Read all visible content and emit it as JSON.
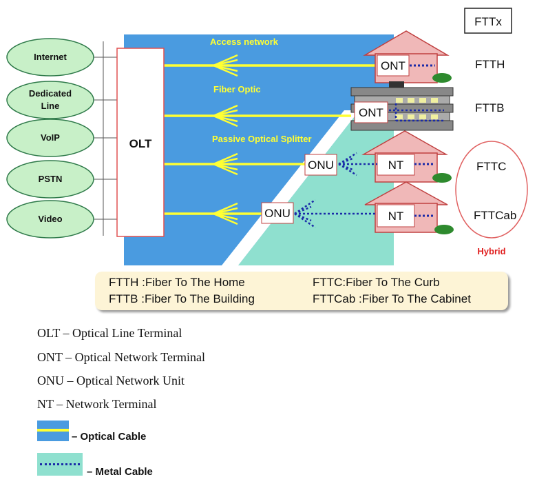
{
  "diagram": {
    "badge": "FTTx",
    "olt_label": "OLT",
    "services": [
      "Internet",
      "Dedicated",
      "Line",
      "VoIP",
      "PSTN",
      "Video"
    ],
    "network_labels": {
      "access": "Access network",
      "fiber": "Fiber Optic",
      "splitter": "Passive Optical Splitter"
    },
    "device_labels": {
      "ont_home": "ONT",
      "ont_building": "ONT",
      "onu_curb": "ONU",
      "onu_cab": "ONU",
      "nt_curb": "NT",
      "nt_cab": "NT"
    },
    "types": {
      "ftth": "FTTH",
      "fttb": "FTTB",
      "fttc": "FTTC",
      "fttcab": "FTTCab"
    },
    "hybrid_label": "Hybrid",
    "colors": {
      "optical_bg": "#4a9be0",
      "metal_bg": "#8fe0cf",
      "fiber": "#ffff33",
      "metal_cable": "#1a2aa8",
      "service_fill": "#c8f0c8",
      "hybrid": "#e02020",
      "house_fill": "#f0b8b8"
    }
  },
  "legend": {
    "ftth": "FTTH :Fiber To The Home",
    "fttb": "FTTB :Fiber To The Building",
    "fttc": "FTTC:Fiber To The Curb",
    "fttcab": "FTTCab :Fiber To The Cabinet"
  },
  "glossary": [
    "OLT – Optical Line Terminal",
    "ONT – Optical Network Terminal",
    "ONU – Optical Network Unit",
    "NT – Network Terminal"
  ],
  "cable_legend": {
    "optical": "– Optical Cable",
    "metal": "– Metal Cable"
  }
}
